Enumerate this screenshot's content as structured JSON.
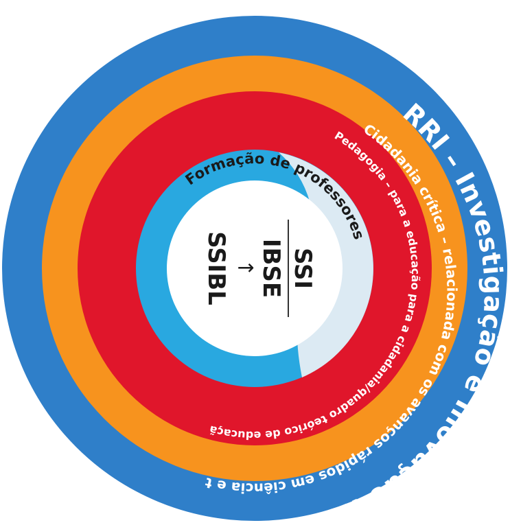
{
  "diagram": {
    "colors": {
      "outer": "#2f7fc9",
      "orange": "#f7931e",
      "red": "#e0162b",
      "light_blue": "#29a8e0",
      "pale": "#dceaf3",
      "core": "#ffffff",
      "text_light": "#ffffff",
      "text_dark": "#1a1a1a",
      "divider": "#333333"
    },
    "rings": {
      "rri": "RRI – Investigação e Inovação Responsáveis",
      "cidadania": "Cidadania crítica – relacionada com os avanços rápidos em ciência e tecnologia",
      "pedagogia": "Pedagogia – para a educação para a cidadania/quadro teórico de educação RRI",
      "formacao": "Formação de professores"
    },
    "core": {
      "ssi": "SSI",
      "ibse": "IBSE",
      "ssibl": "SSIBL",
      "arrow": "←"
    }
  }
}
